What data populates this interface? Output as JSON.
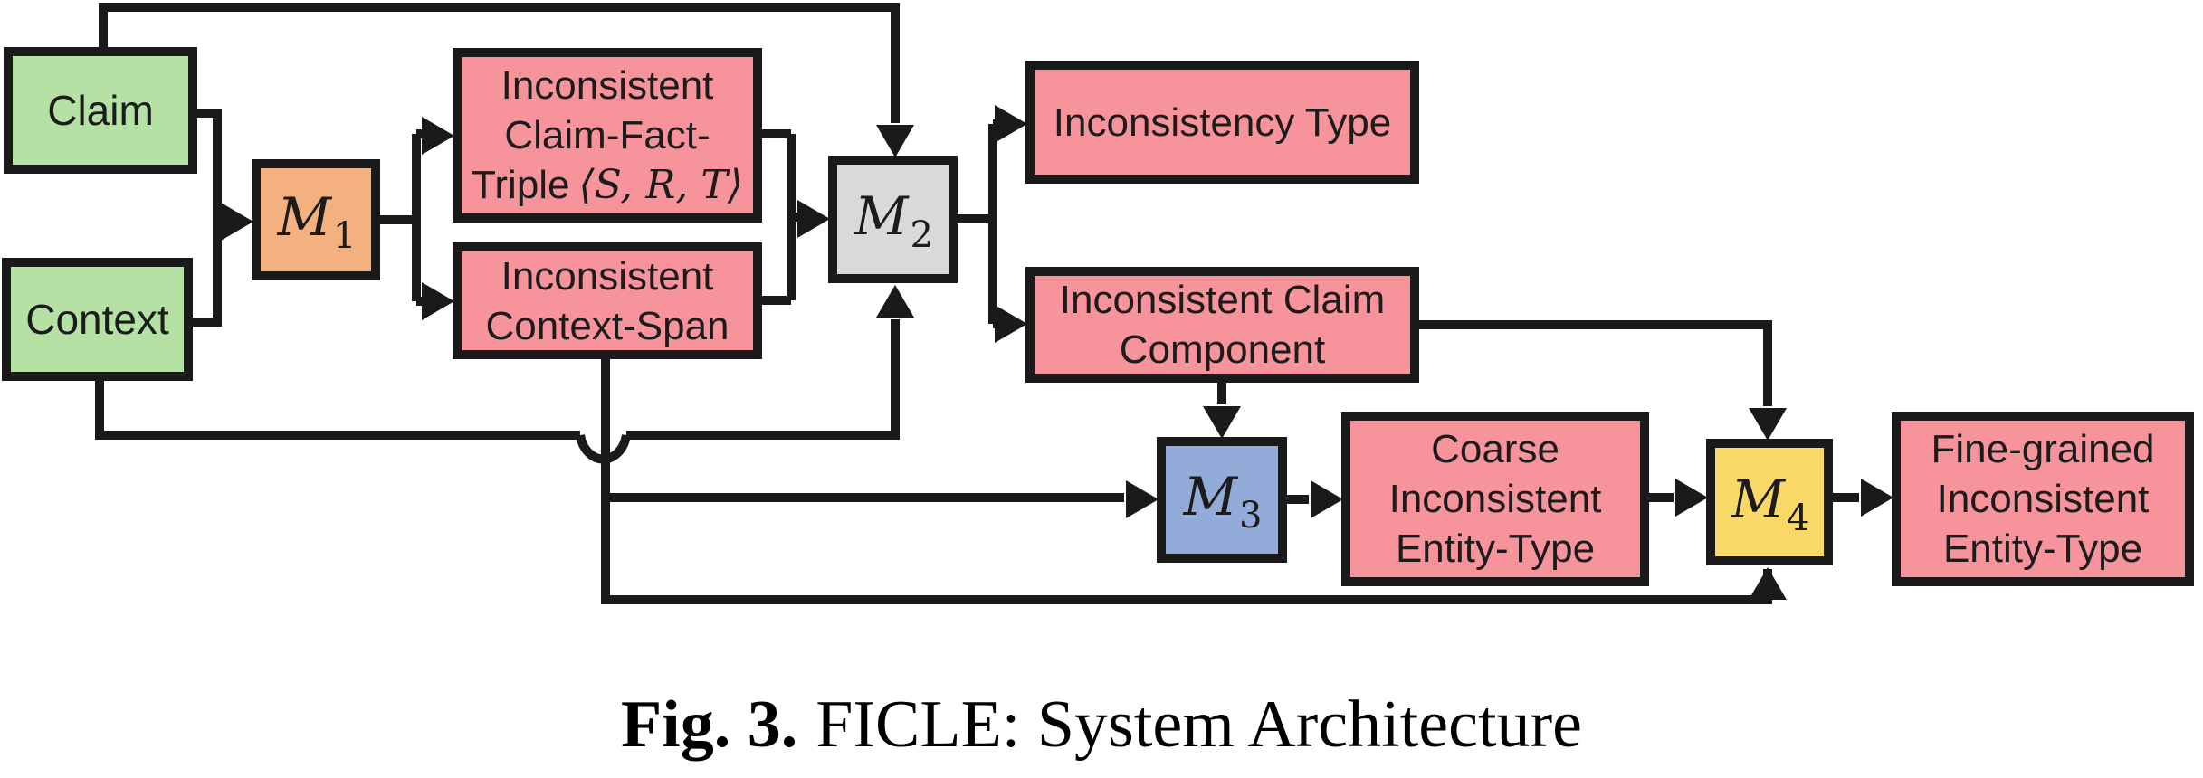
{
  "figure": {
    "caption_label": "Fig. 3.",
    "caption_text": "FICLE: System Architecture"
  },
  "colors": {
    "input_green": "#b5e1a5",
    "module1_orange": "#f2b17e",
    "module2_gray": "#d9d9d9",
    "module3_blue": "#93abd9",
    "module4_yellow": "#f9d868",
    "output_pink": "#f7939a",
    "line_black": "#1a1a1a"
  },
  "nodes": {
    "claim": {
      "label": "Claim"
    },
    "context": {
      "label": "Context"
    },
    "m1": {
      "letter": "M",
      "sub": "1"
    },
    "m2": {
      "letter": "M",
      "sub": "2"
    },
    "m3": {
      "letter": "M",
      "sub": "3"
    },
    "m4": {
      "letter": "M",
      "sub": "4"
    },
    "triple": {
      "lines": [
        "Inconsistent",
        "Claim-Fact-",
        "Triple"
      ],
      "math": "⟨S, R, T⟩"
    },
    "span": {
      "lines": [
        "Inconsistent",
        "Context-Span"
      ]
    },
    "inconsistency_type": {
      "label": "Inconsistency Type"
    },
    "claim_component": {
      "lines": [
        "Inconsistent Claim",
        "Component"
      ]
    },
    "coarse": {
      "lines": [
        "Coarse",
        "Inconsistent",
        "Entity-Type"
      ]
    },
    "fine": {
      "lines": [
        "Fine-grained",
        "Inconsistent",
        "Entity-Type"
      ]
    }
  }
}
